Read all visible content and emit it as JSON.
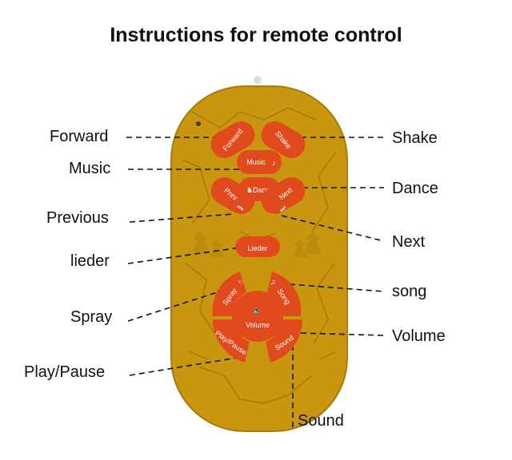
{
  "title": "Instructions for remote control",
  "callouts": {
    "forward": "Forward",
    "music": "Music",
    "previous": "Previous",
    "lieder": "lieder",
    "spray": "Spray",
    "play_pause": "Play/Pause",
    "shake": "Shake",
    "dance": "Dance",
    "next": "Next",
    "song": "song",
    "volume": "Volume",
    "sound": "Sound"
  },
  "buttons": {
    "forward": "Forward",
    "shake": "Shake",
    "music": "Music",
    "prev": "Prev",
    "dance": "Dance",
    "next": "Next",
    "lieder": "Lieder",
    "spray": "Spray",
    "song": "Song",
    "volume": "Volume",
    "play_pause": "Play/Pause",
    "sound": "Sound"
  },
  "colors": {
    "remote_body": "#c9960f",
    "button": "#e04a1c",
    "text": "#111111"
  }
}
